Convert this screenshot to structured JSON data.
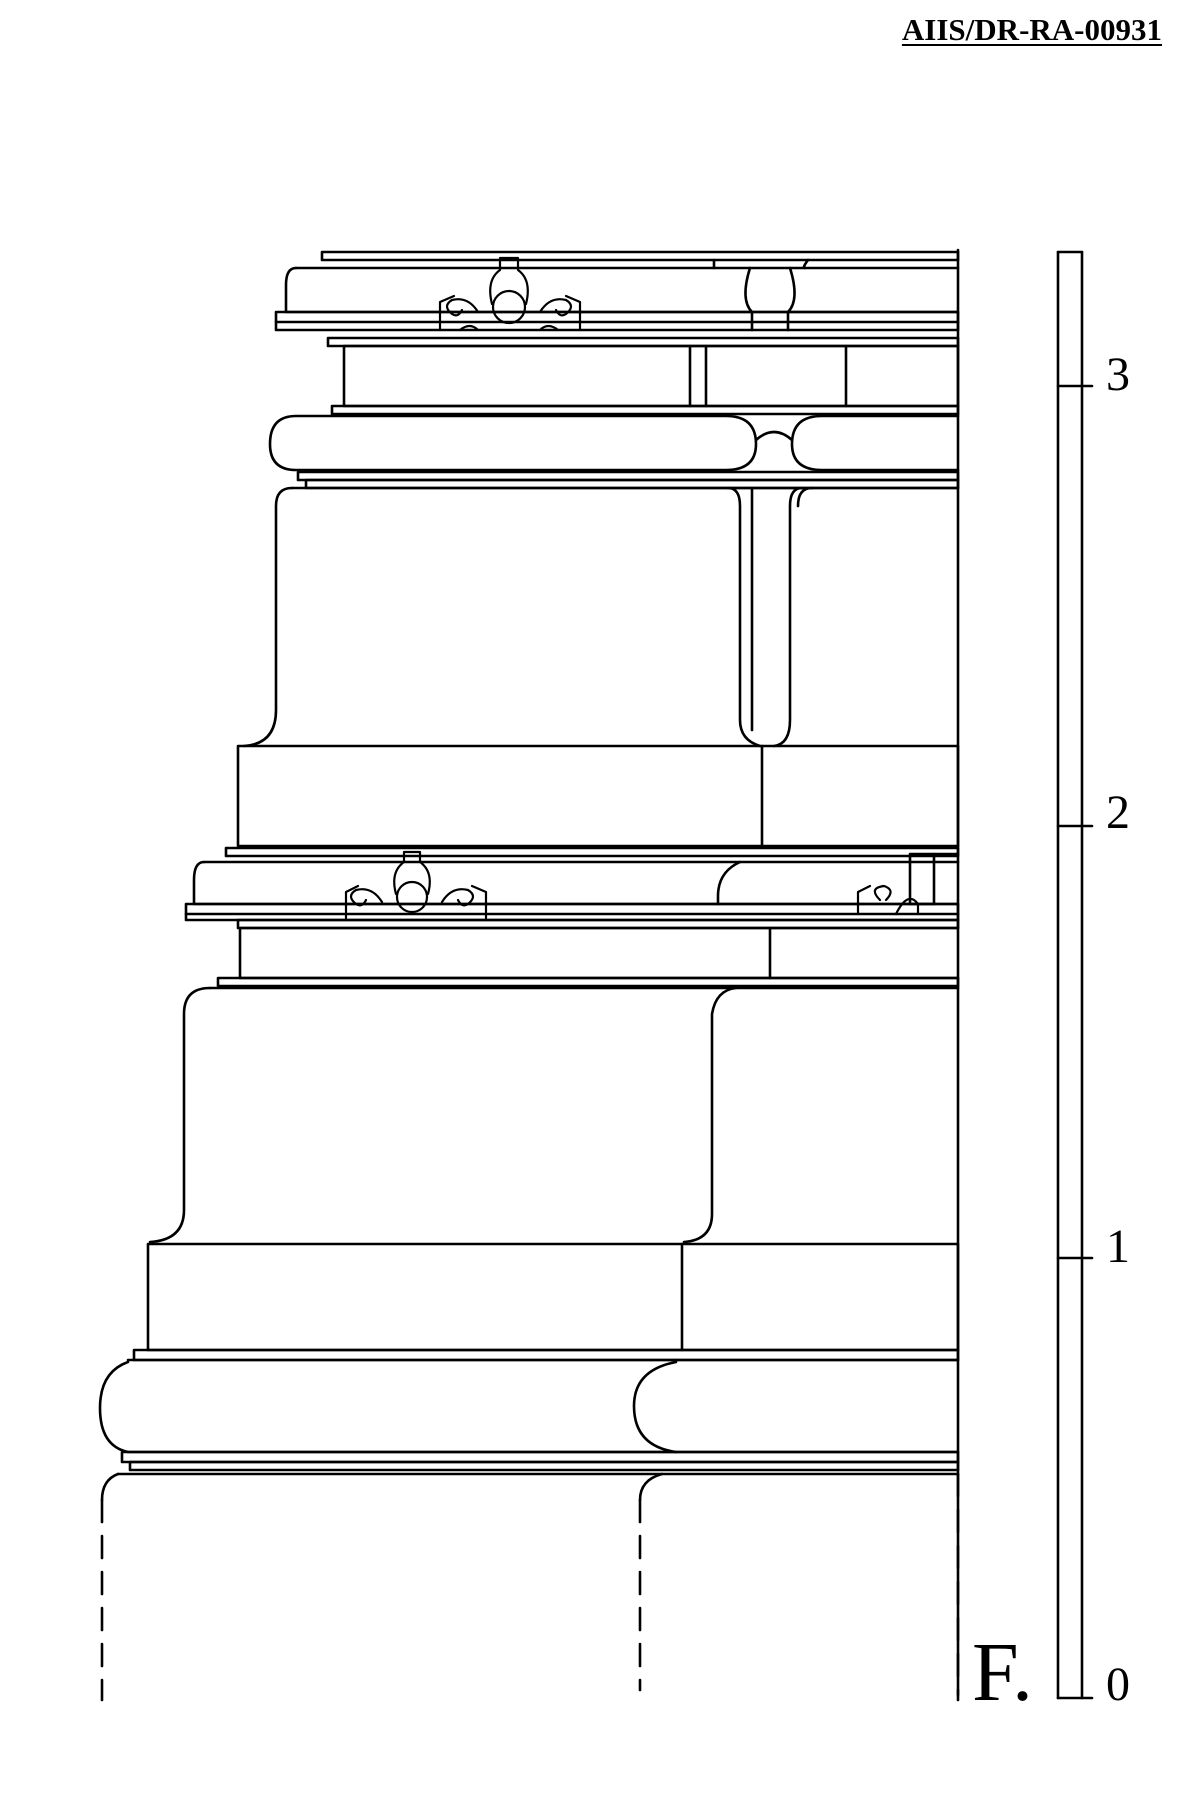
{
  "document": {
    "id": "AIIS/DR-RA-00931"
  },
  "figure": {
    "label": "F."
  },
  "scale": {
    "ticks": [
      "0",
      "1",
      "2",
      "3"
    ]
  }
}
